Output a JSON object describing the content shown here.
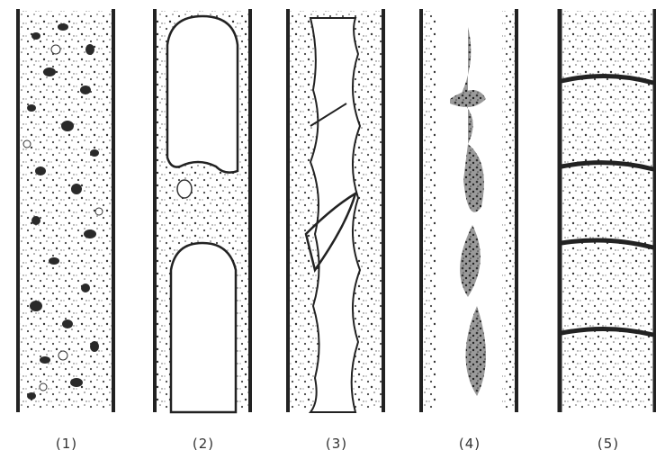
{
  "captions": [
    "(1)",
    "(2)",
    "(3)",
    "(4)",
    "(5)"
  ],
  "colors": {
    "ink": "#222222",
    "speckle": "#333333",
    "paper": "#ffffff"
  }
}
